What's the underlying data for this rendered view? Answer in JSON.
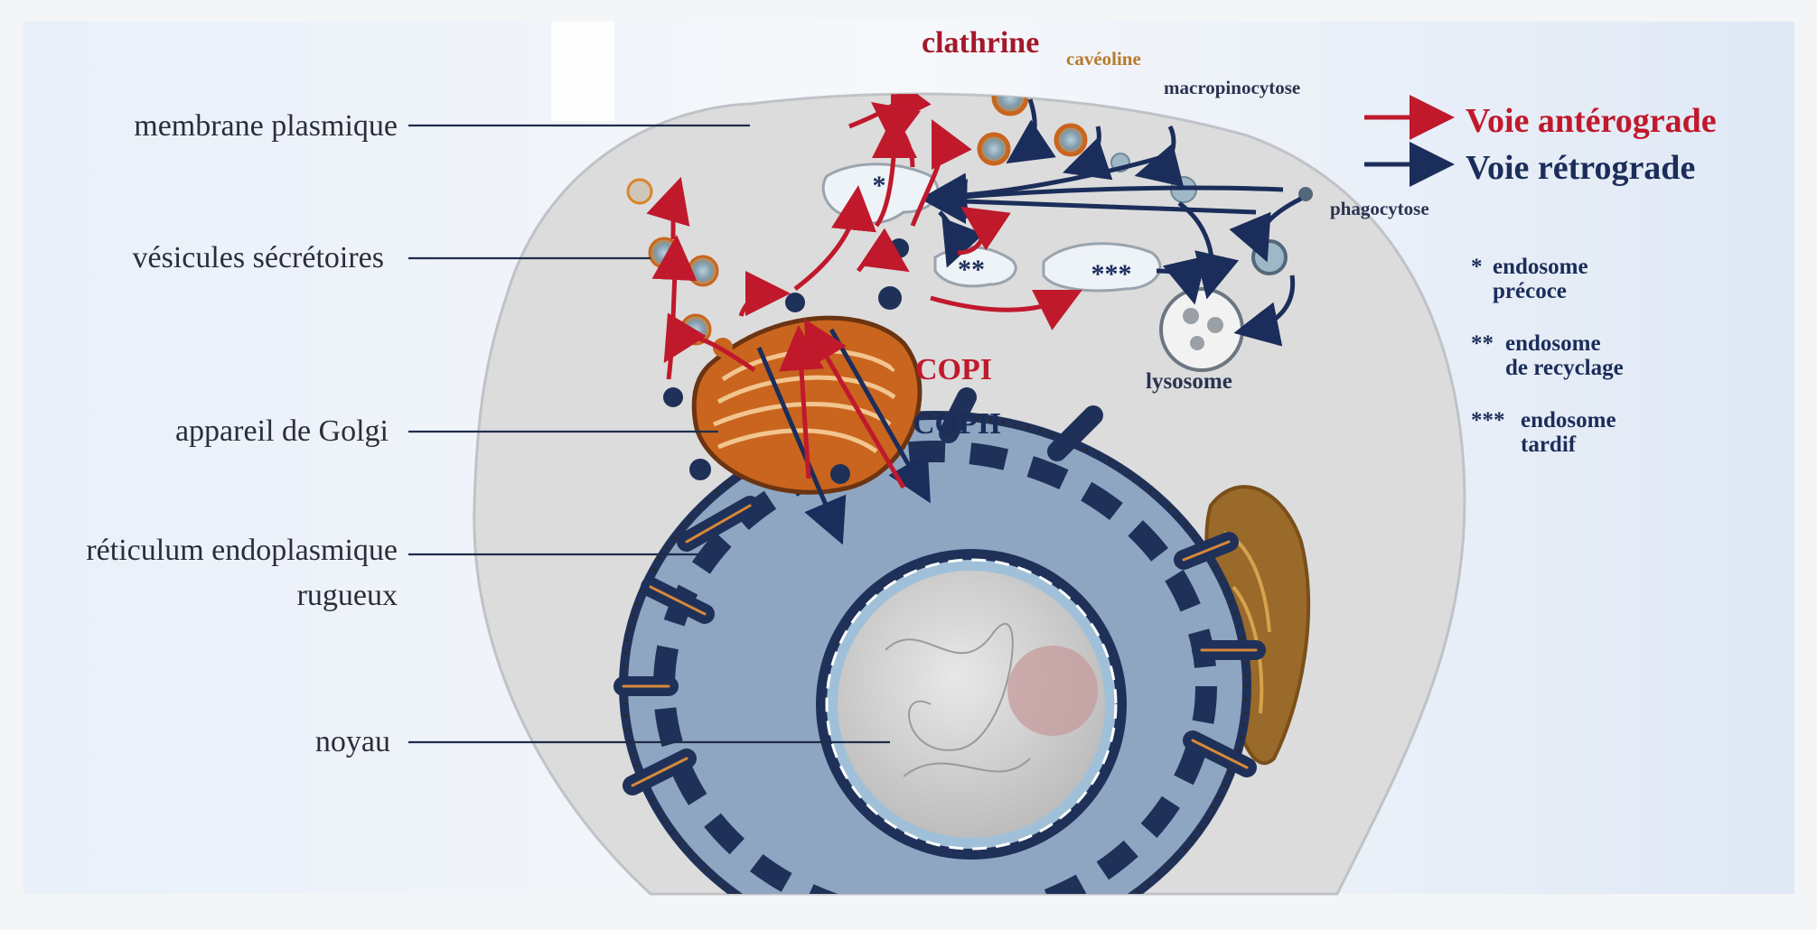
{
  "labels": {
    "plasma_membrane": "membrane plasmique",
    "secretory_vesicles": "vésicules sécrétoires",
    "golgi": "appareil de Golgi",
    "rer_line1": "réticulum endoplasmique",
    "rer_line2": "rugueux",
    "nucleus": "noyau",
    "clathrin": "clathrine",
    "caveolin": "cavéoline",
    "macropinocytosis": "macropinocytose",
    "phagocytosis": "phagocytose",
    "lysosome": "lysosome",
    "copi": "COPI",
    "copii": "COPII",
    "early_endosome_mark": "*",
    "recycling_endosome_mark": "**",
    "late_endosome_mark": "***"
  },
  "legend": {
    "anterograde": "Voie antérograde",
    "retrograde": "Voie rétrograde",
    "anterograde_color": "#c0192c",
    "retrograde_color": "#1b2d5a",
    "notes": [
      {
        "mark": "*",
        "line1": "endosome",
        "line2": "précoce"
      },
      {
        "mark": "**",
        "line1": "endosome",
        "line2": "de recyclage"
      },
      {
        "mark": "***",
        "line1": "endosome",
        "line2": "tardif"
      }
    ]
  },
  "colors": {
    "background": "#e6eef8",
    "cell": "#dedede",
    "er": "#8fa6c2",
    "er_dark": "#1f3158",
    "golgi": "#c9651e",
    "nucleus": "#d2d2d2",
    "nucleolus": "#c49a9a"
  }
}
